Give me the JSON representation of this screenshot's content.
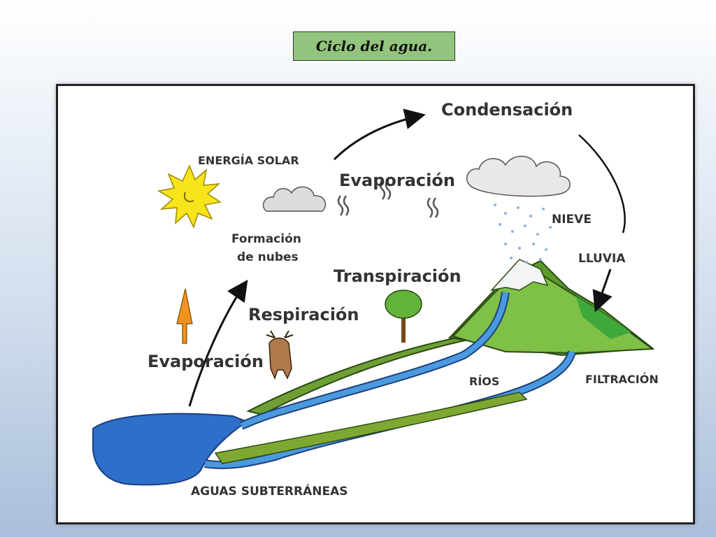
{
  "title": "Ciclo del agua.",
  "colors": {
    "title_bg": "#93c47d",
    "water": "#2e6fc9",
    "land": "#78b43c",
    "sun": "#f7e41b"
  },
  "labels": {
    "condensacion": "Condensación",
    "energia_solar": "ENERGÍA SOLAR",
    "evaporacion_top": "Evaporación",
    "formacion_de_nubes_1": "Formación",
    "formacion_de_nubes_2": "de nubes",
    "nieve": "NIEVE",
    "lluvia": "LLUVIA",
    "transpiracion": "Transpiración",
    "respiracion": "Respiración",
    "evaporacion_left": "Evaporación",
    "rios": "RÍOS",
    "filtracion": "FILTRACIÓN",
    "aguas_subterraneas": "AGUAS SUBTERRÁNEAS"
  }
}
